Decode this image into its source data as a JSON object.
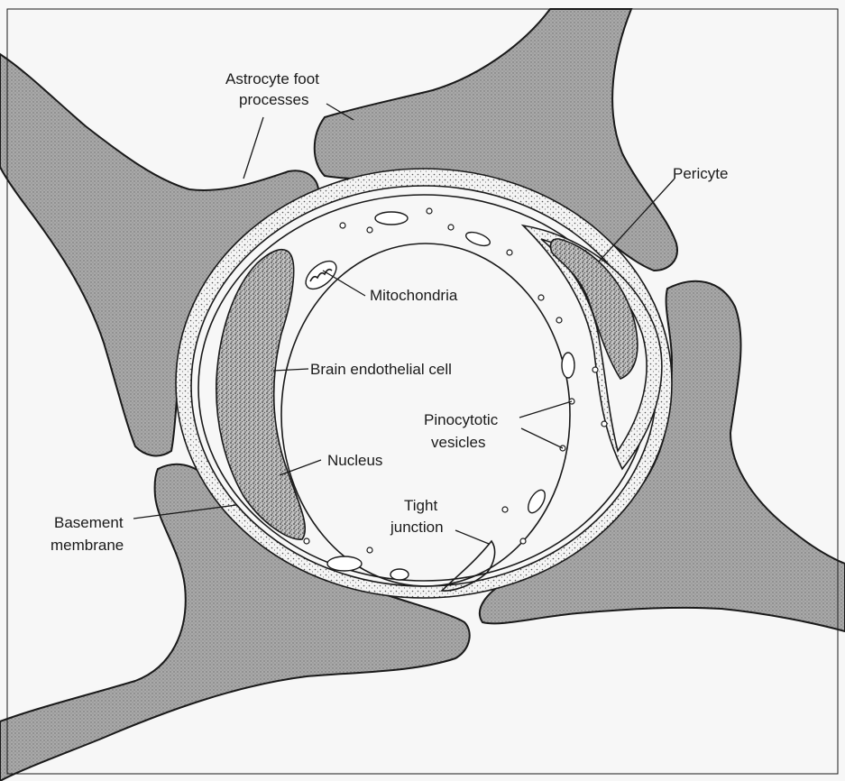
{
  "labels": {
    "astrocyte_line1": "Astrocyte foot",
    "astrocyte_line2": "processes",
    "pericyte": "Pericyte",
    "mitochondria": "Mitochondria",
    "endothelial": "Brain endothelial cell",
    "pinocytotic_line1": "Pinocytotic",
    "pinocytotic_line2": "vesicles",
    "nucleus": "Nucleus",
    "tight_line1": "Tight",
    "tight_line2": "junction",
    "basement_line1": "Basement",
    "basement_line2": "membrane"
  },
  "colors": {
    "astrocyte_fill": "#a8a8a8",
    "outline": "#1a1a1a",
    "background": "#f7f7f7"
  }
}
